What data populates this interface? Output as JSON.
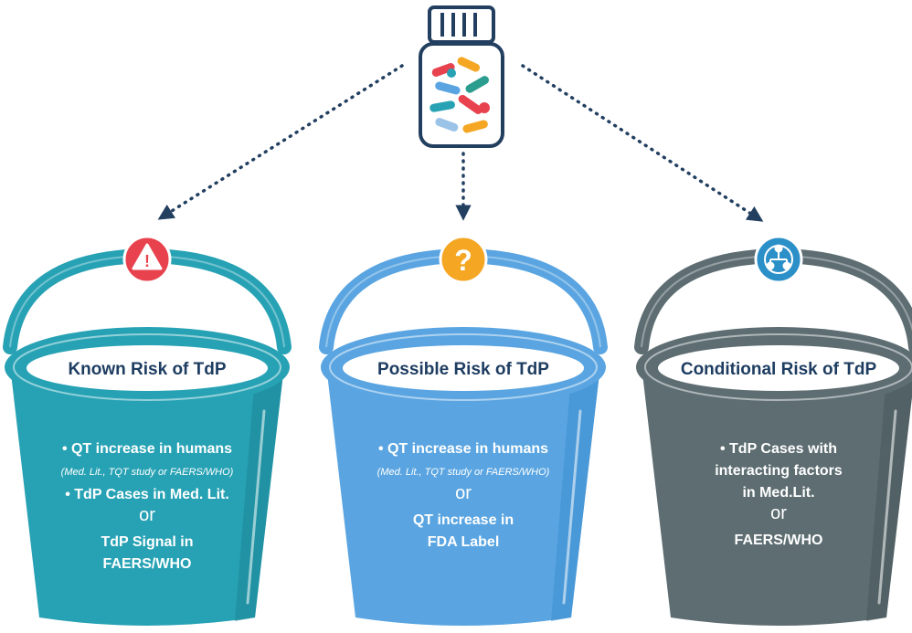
{
  "colors": {
    "background": "#ffffff",
    "outline": "#223f60",
    "known_bucket": "#27a2b4",
    "known_bucket_dark": "#1d8797",
    "possible_bucket": "#5aa5e1",
    "possible_bucket_dark": "#3e8fd0",
    "conditional_bucket": "#5d6d72",
    "conditional_bucket_dark": "#4b5a5e",
    "warning_badge": "#e8424e",
    "question_badge": "#f5a623",
    "interaction_badge": "#2b8fc8",
    "label_text": "#1e3d61",
    "body_text": "#ffffff"
  },
  "icons": {
    "bottle": "pill-bottle-icon",
    "known": "warning-triangle-icon",
    "possible": "question-mark-icon",
    "conditional": "interaction-network-icon"
  },
  "buckets": [
    {
      "id": "known",
      "title": "Known Risk of TdP",
      "badge_glyph": "!",
      "lines": [
        {
          "text": "• QT increase in humans",
          "style": "main"
        },
        {
          "text": "(Med. Lit., TQT study or FAERS/WHO)",
          "style": "note"
        },
        {
          "text": "• TdP Cases in Med. Lit.",
          "style": "main"
        },
        {
          "text": "or",
          "style": "or"
        },
        {
          "text": "TdP Signal in",
          "style": "main"
        },
        {
          "text": "FAERS/WHO",
          "style": "main"
        }
      ]
    },
    {
      "id": "possible",
      "title": "Possible Risk of TdP",
      "badge_glyph": "?",
      "lines": [
        {
          "text": "• QT increase in humans",
          "style": "main"
        },
        {
          "text": "(Med. Lit., TQT study or FAERS/WHO)",
          "style": "note"
        },
        {
          "text": "or",
          "style": "or"
        },
        {
          "text": "QT increase in",
          "style": "main"
        },
        {
          "text": "FDA Label",
          "style": "main"
        }
      ]
    },
    {
      "id": "conditional",
      "title": "Conditional Risk of TdP",
      "badge_glyph": "",
      "lines": [
        {
          "text": "• TdP Cases with",
          "style": "main"
        },
        {
          "text": "interacting factors",
          "style": "main"
        },
        {
          "text": "in Med.Lit.",
          "style": "main"
        },
        {
          "text": "or",
          "style": "or"
        },
        {
          "text": "FAERS/WHO",
          "style": "main"
        }
      ]
    }
  ]
}
